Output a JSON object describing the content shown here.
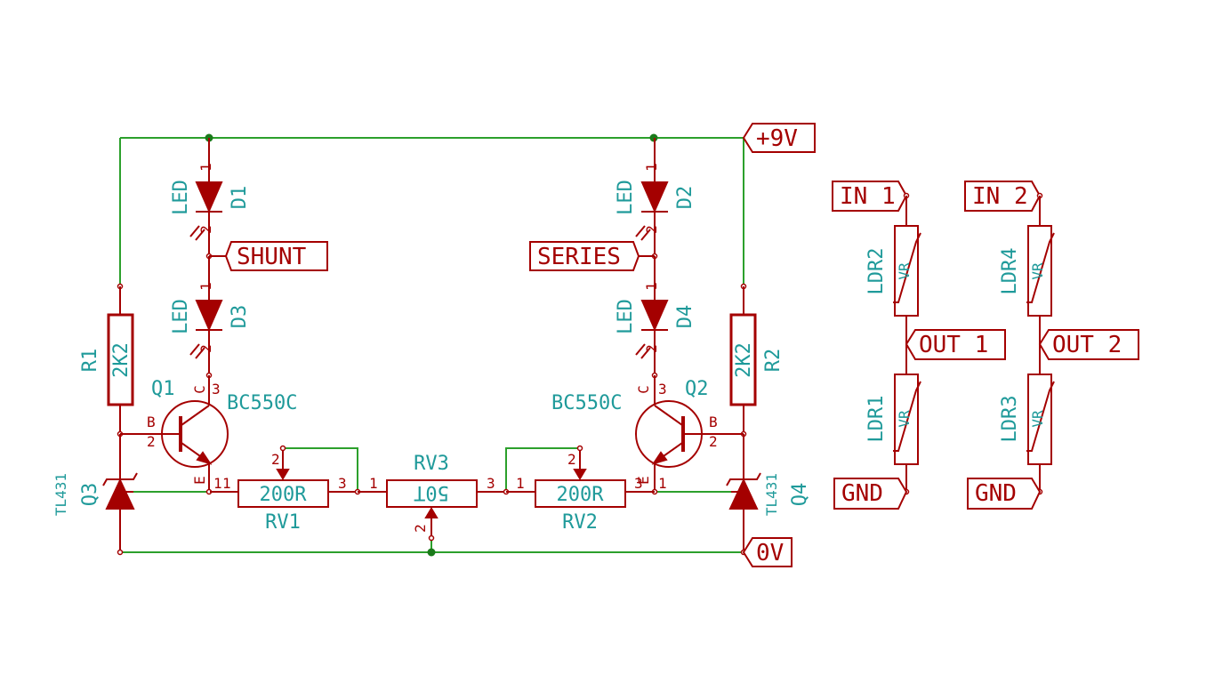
{
  "ports": {
    "vplus": "+9V",
    "zero": "0V",
    "shunt": "SHUNT",
    "series": "SERIES",
    "in1": "IN 1",
    "in2": "IN 2",
    "out1": "OUT 1",
    "out2": "OUT 2",
    "gnd1": "GND",
    "gnd2": "GND"
  },
  "components": {
    "d1": {
      "ref": "D1",
      "value": "LED"
    },
    "d2": {
      "ref": "D2",
      "value": "LED"
    },
    "d3": {
      "ref": "D3",
      "value": "LED"
    },
    "d4": {
      "ref": "D4",
      "value": "LED"
    },
    "r1": {
      "ref": "R1",
      "value": "2K2"
    },
    "r2": {
      "ref": "R2",
      "value": "2K2"
    },
    "q1": {
      "ref": "Q1",
      "value": "BC550C"
    },
    "q2": {
      "ref": "Q2",
      "value": "BC550C"
    },
    "q3": {
      "ref": "Q3",
      "value": "TL431"
    },
    "q4": {
      "ref": "Q4",
      "value": "TL431"
    },
    "rv1": {
      "ref": "RV1",
      "value": "200R"
    },
    "rv2": {
      "ref": "RV2",
      "value": "200R"
    },
    "rv3": {
      "ref": "RV3",
      "value": "50T"
    },
    "ldr1": {
      "ref": "LDR1",
      "value": "VR"
    },
    "ldr2": {
      "ref": "LDR2",
      "value": "VR"
    },
    "ldr3": {
      "ref": "LDR3",
      "value": "VR"
    },
    "ldr4": {
      "ref": "LDR4",
      "value": "VR"
    }
  },
  "pins": {
    "p1": "1",
    "p2": "2",
    "p3": "3",
    "b": "B",
    "c": "C",
    "e": "E"
  }
}
